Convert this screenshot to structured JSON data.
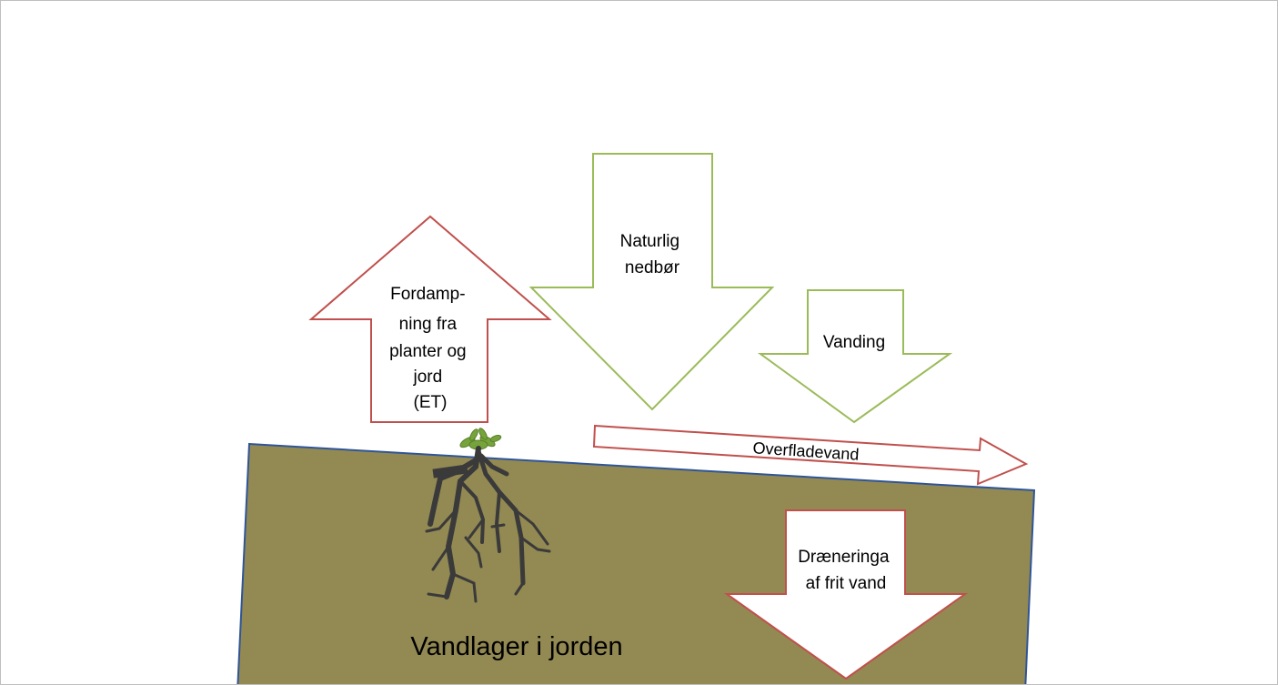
{
  "labels": {
    "evapotranspiration": [
      "Fordamp-",
      "ning fra",
      "planter og",
      "jord",
      "(ET)"
    ],
    "precipitation": [
      "Naturlig",
      "nedbør"
    ],
    "irrigation": [
      "Vanding"
    ],
    "runoff": "Overfladevand",
    "drainage": [
      "Dræneringa",
      "af frit vand"
    ],
    "soil_storage": "Vandlager i jorden"
  },
  "colors": {
    "soil_fill": "#938953",
    "soil_border": "#2f5597",
    "red_outline": "#c0504d",
    "green_outline": "#9bbb59",
    "plant_green": "#76a33b",
    "root_dark": "#3a3a3a",
    "frame_border": "#bfbfbf"
  },
  "icons": {
    "plant": "plant-with-roots-icon"
  }
}
